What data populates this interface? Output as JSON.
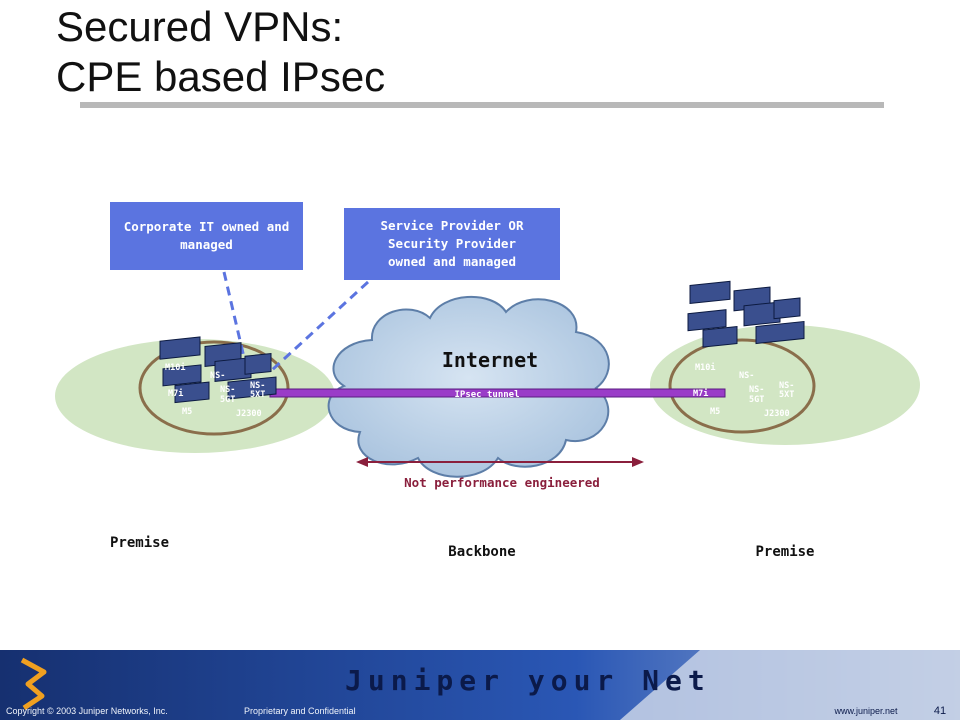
{
  "slide": {
    "title_line1": "Secured VPNs:",
    "title_line2": "CPE based IPsec"
  },
  "callouts": {
    "corporate": [
      "Corporate IT owned and",
      "managed"
    ],
    "provider": [
      "Service Provider OR",
      "Security Provider",
      "owned and managed"
    ]
  },
  "diagram": {
    "internet_label": "Internet",
    "tunnel_label": "IPsec tunnel",
    "range_label": "Not performance engineered",
    "left_premise": "Premise",
    "backbone": "Backbone",
    "right_premise": "Premise",
    "router_labels": [
      "M10i",
      "NS-",
      "NS-",
      "NS-",
      "M7i",
      "5XT",
      "5GT",
      "M5",
      "J2300"
    ]
  },
  "footer": {
    "copyright": "Copyright © 2003 Juniper Networks, Inc.",
    "confidential": "Proprietary and Confidential",
    "url": "www.juniper.net",
    "page_number": "41",
    "brand": "Juniper your Net"
  },
  "colors": {
    "callout_blue": "#5b74e0",
    "premise_green": "#d2e6c4",
    "tunnel_purple": "#9a3cc8",
    "range_red": "#8a1f3c",
    "footer_blue": "#1f3f8c"
  }
}
